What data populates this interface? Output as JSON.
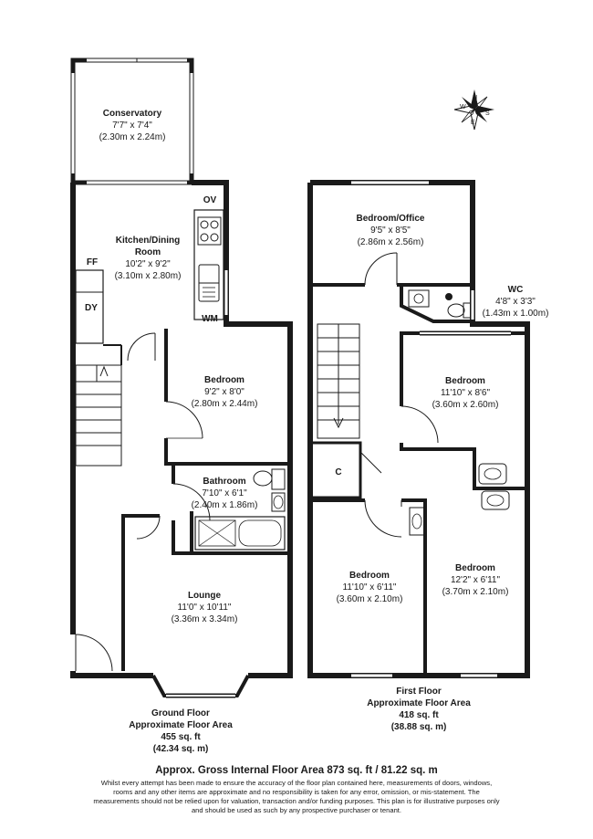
{
  "rooms": {
    "conservatory": {
      "name": "Conservatory",
      "imperial": "7'7\" x 7'4\"",
      "metric": "(2.30m x 2.24m)"
    },
    "kitchen": {
      "name_line1": "Kitchen/Dining",
      "name_line2": "Room",
      "imperial": "10'2\" x 9'2\"",
      "metric": "(3.10m x 2.80m)"
    },
    "bedroom_ground": {
      "name": "Bedroom",
      "imperial": "9'2\" x 8'0\"",
      "metric": "(2.80m x 2.44m)"
    },
    "bathroom": {
      "name": "Bathroom",
      "imperial": "7'10\" x 6'1\"",
      "metric": "(2.40m x 1.86m)"
    },
    "lounge": {
      "name": "Lounge",
      "imperial": "11'0\" x 10'11\"",
      "metric": "(3.36m x 3.34m)"
    },
    "bedroom_office": {
      "name": "Bedroom/Office",
      "imperial": "9'5\" x 8'5\"",
      "metric": "(2.86m x 2.56m)"
    },
    "wc": {
      "name": "WC",
      "imperial": "4'8\" x 3'3\"",
      "metric": "(1.43m x 1.00m)"
    },
    "bedroom_first_right": {
      "name": "Bedroom",
      "imperial": "11'10\" x 8'6\"",
      "metric": "(3.60m x 2.60m)"
    },
    "bedroom_first_bl": {
      "name": "Bedroom",
      "imperial": "11'10\" x 6'11\"",
      "metric": "(3.60m x 2.10m)"
    },
    "bedroom_first_br": {
      "name": "Bedroom",
      "imperial": "12'2\" x 6'11\"",
      "metric": "(3.70m x 2.10m)"
    }
  },
  "tags": {
    "ov": "OV",
    "ff": "FF",
    "dy": "DY",
    "wm": "WM",
    "cupboard": "C"
  },
  "compass": {
    "n": "N",
    "e": "E",
    "s": "S",
    "w": "W"
  },
  "ground_floor": {
    "line1": "Ground Floor",
    "line2": "Approximate Floor Area",
    "line3": "455 sq. ft",
    "line4": "(42.34 sq. m)"
  },
  "first_floor": {
    "line1": "First Floor",
    "line2": "Approximate Floor Area",
    "line3": "418 sq. ft",
    "line4": "(38.88 sq. m)"
  },
  "gross_area": "Approx. Gross Internal Floor Area 873 sq. ft / 81.22 sq. m",
  "disclaimer": "Whilst every attempt has been made to ensure the accuracy of the floor plan contained here, measurements of doors, windows, rooms and any other items are approximate and no responsibility is taken for any error, omission, or mis-statement. The measurements should not be relied upon for valuation, transaction and/or funding purposes. This plan is for illustrative purposes only and should be used as such by any prospective purchaser or tenant."
}
